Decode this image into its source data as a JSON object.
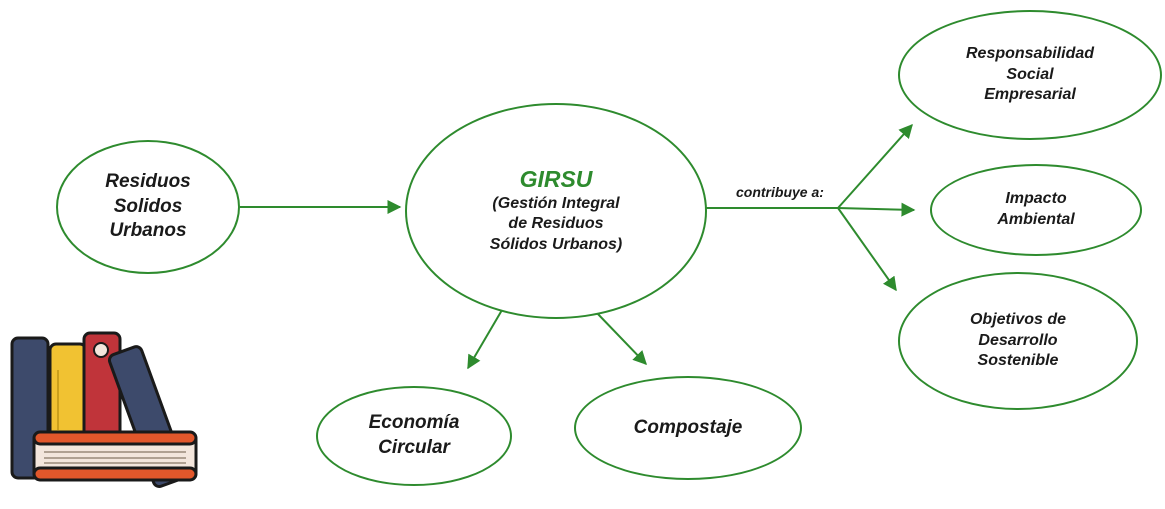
{
  "colors": {
    "accent": "#2e8b2e",
    "text": "#1a1a1a"
  },
  "nodes": {
    "residuos": {
      "line1": "Residuos",
      "line2": "Solidos",
      "line3": "Urbanos"
    },
    "girsu": {
      "title": "GIRSU",
      "line1": "(Gestión Integral",
      "line2": "de Residuos",
      "line3": "Sólidos Urbanos)"
    },
    "responsabilidad": {
      "line1": "Responsabilidad",
      "line2": "Social",
      "line3": "Empresarial"
    },
    "impacto": {
      "line1": "Impacto",
      "line2": "Ambiental"
    },
    "objetivos": {
      "line1": "Objetivos de",
      "line2": "Desarrollo",
      "line3": "Sostenible"
    },
    "economia": {
      "line1": "Economía",
      "line2": "Circular"
    },
    "compostaje": {
      "line1": "Compostaje"
    }
  },
  "edge_label": "contribuye a:",
  "decoration": {
    "icon": "books-icon"
  }
}
